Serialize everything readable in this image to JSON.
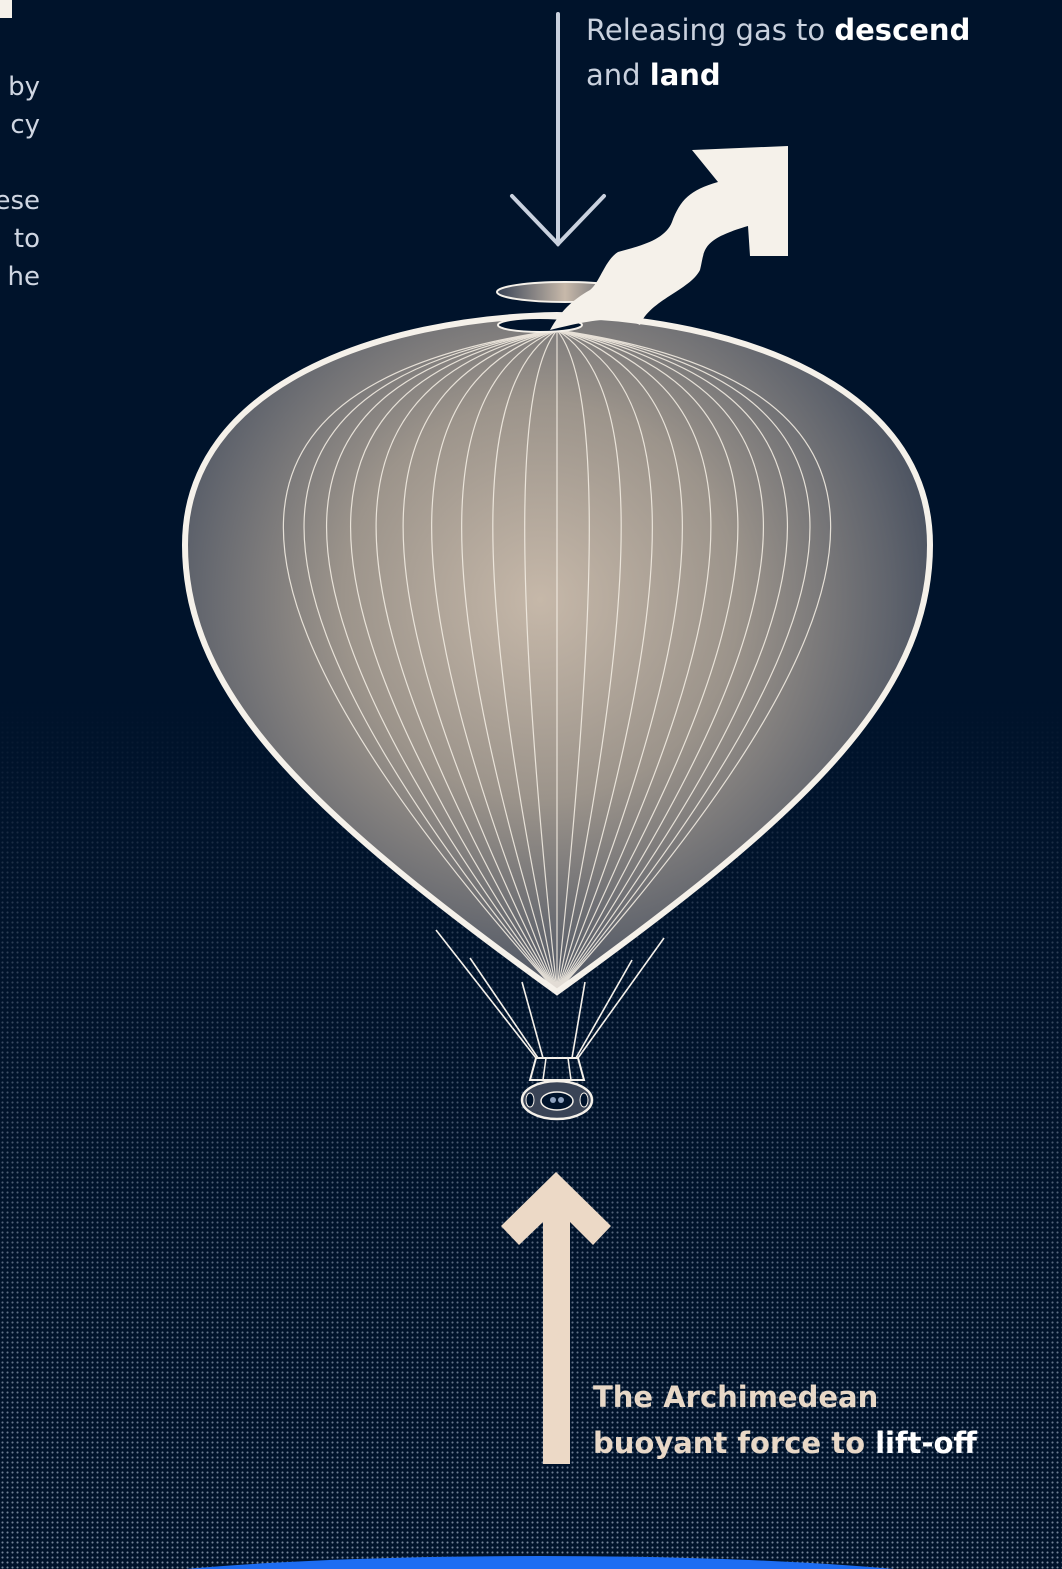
{
  "top_caption": {
    "prefix": "Releasing gas to",
    "bold1": "descend",
    "middle": "and",
    "bold2": "land"
  },
  "bottom_caption": {
    "line1": "The Archimedean",
    "prefix2": "buoyant force to",
    "bold": "lift-off"
  },
  "left_fragments": [
    "by",
    "cy",
    "",
    "ese",
    "to",
    "he"
  ],
  "colors": {
    "background": "#00132b",
    "balloon_light": "#c9b9a8",
    "balloon_dark": "#3d4758",
    "outline": "#f5f1ea",
    "buoyancy_arrow": "#ecd9c6",
    "ground": "#1d6df2"
  },
  "icons": {
    "down_arrow": "arrow-down-icon",
    "gas_release": "gas-release-arrow-icon",
    "up_arrow": "arrow-up-icon"
  }
}
